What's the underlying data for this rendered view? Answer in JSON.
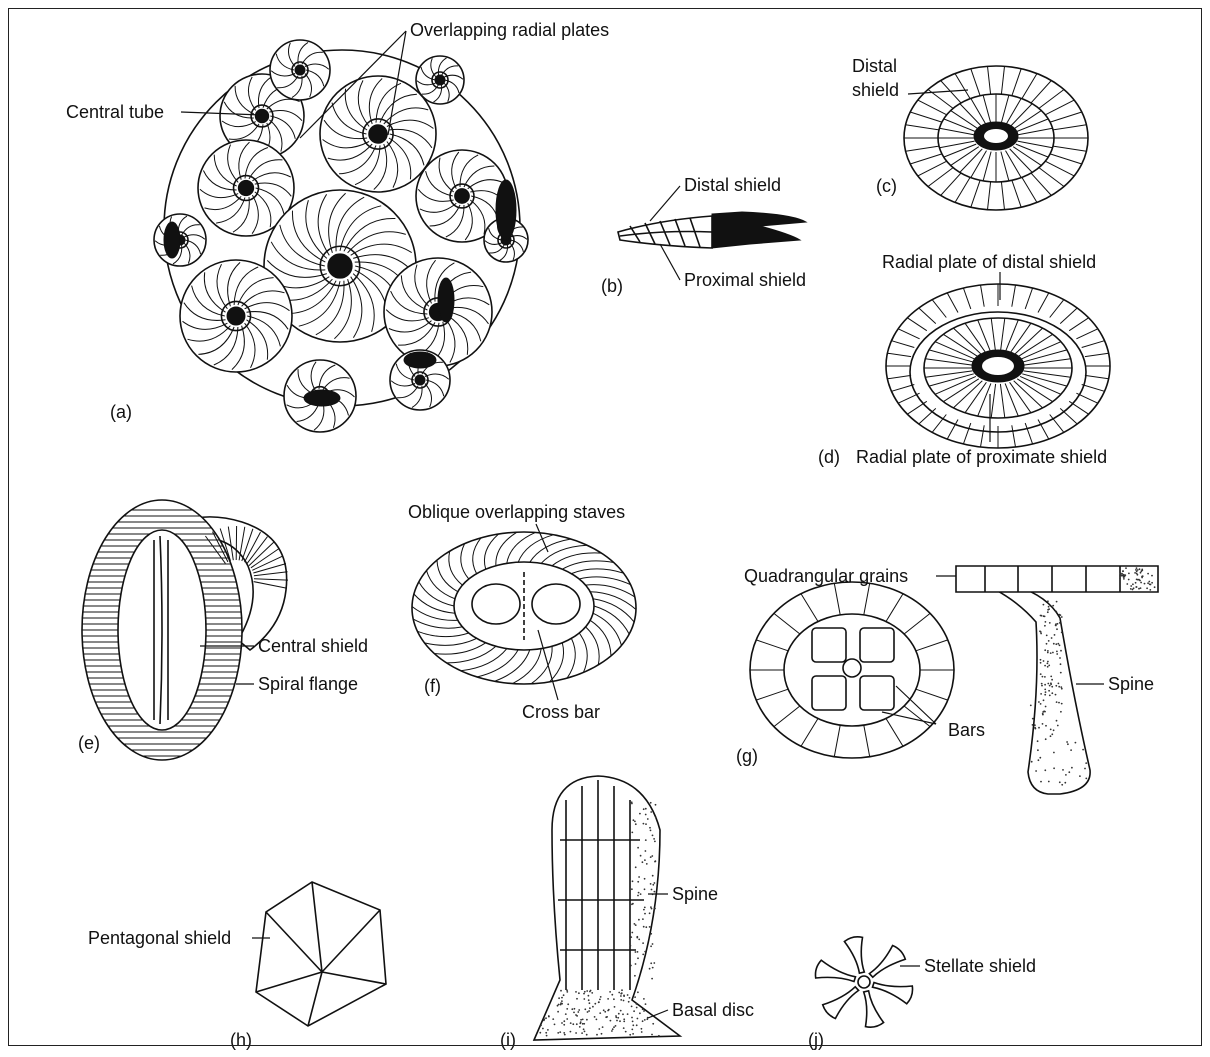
{
  "figure": {
    "panels": {
      "a": {
        "tag": "(a)",
        "labels": {
          "plates": "Overlapping radial plates",
          "tube": "Central tube"
        }
      },
      "b": {
        "tag": "(b)",
        "labels": {
          "distal": "Distal shield",
          "proximal": "Proximal shield"
        }
      },
      "c": {
        "tag": "(c)",
        "labels": {
          "distal_line1": "Distal",
          "distal_line2": "shield"
        }
      },
      "d": {
        "tag": "(d)",
        "labels": {
          "distal_plate": "Radial plate of distal shield",
          "proximate_plate": "Radial plate of proximate shield"
        }
      },
      "e": {
        "tag": "(e)",
        "labels": {
          "central": "Central shield",
          "spiral": "Spiral flange"
        }
      },
      "f": {
        "tag": "(f)",
        "labels": {
          "staves": "Oblique overlapping staves",
          "crossbar": "Cross bar"
        }
      },
      "g": {
        "tag": "(g)",
        "labels": {
          "grains": "Quadrangular grains",
          "bars": "Bars",
          "spine": "Spine"
        }
      },
      "h": {
        "tag": "(h)",
        "labels": {
          "pentagonal": "Pentagonal shield"
        }
      },
      "i": {
        "tag": "(i)",
        "labels": {
          "spine": "Spine",
          "basal": "Basal disc"
        }
      },
      "j": {
        "tag": "(j)",
        "labels": {
          "stellate": "Stellate shield"
        }
      }
    }
  }
}
